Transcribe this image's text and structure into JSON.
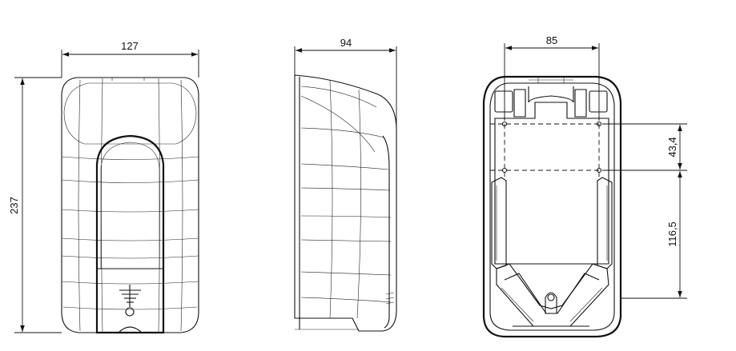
{
  "views": {
    "front": {
      "width_dim": "127",
      "height_dim": "237"
    },
    "side": {
      "depth_dim": "94"
    },
    "back": {
      "hole_spacing_dim": "85",
      "hole_vertical_dim": "43,4",
      "lower_offset_dim": "116,5"
    }
  }
}
